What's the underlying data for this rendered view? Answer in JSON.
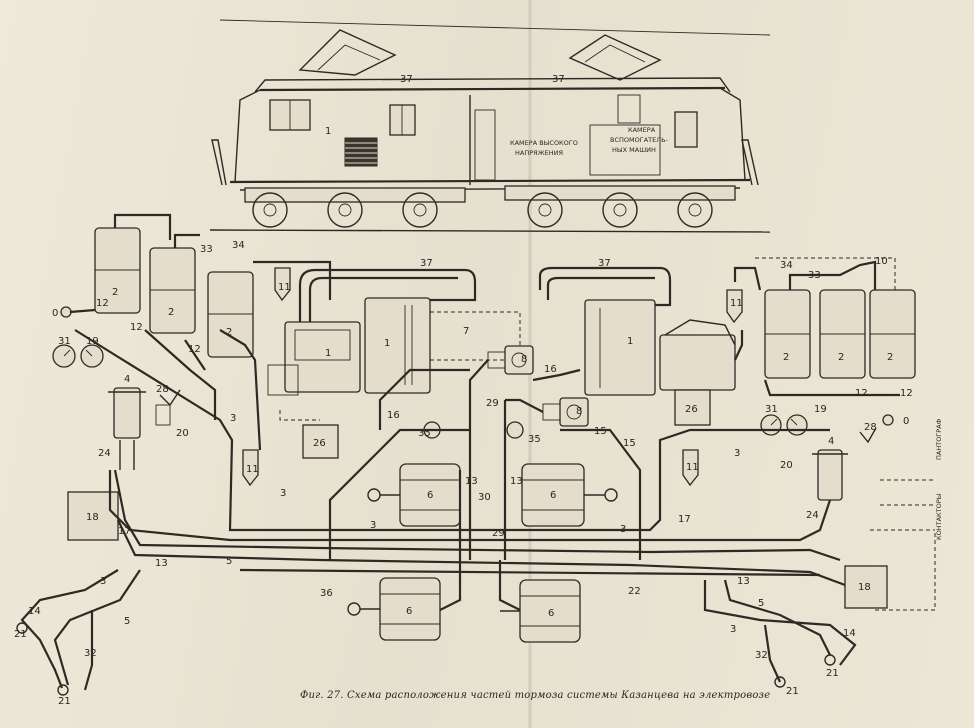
{
  "caption": "Фиг. 27. Схема расположения частей тормоза системы Казанцева на электровозе",
  "cab_labels": {
    "hv_chamber_1": "КАМЕРА ВЫСОКОГО",
    "hv_chamber_2": "НАПРЯЖЕНИЯ",
    "aux_chamber_1": "КАМЕРА",
    "aux_chamber_2": "ВСПОМОГАТЕЛЬ-",
    "aux_chamber_3": "НЫХ МАШИН"
  },
  "side_labels": {
    "upper": "ПАНТОГРАФ",
    "lower": "КОНТАКТОРЫ"
  },
  "callouts": {
    "n1": "1",
    "n2": "2",
    "n3": "3",
    "n4": "4",
    "n5": "5",
    "n6": "6",
    "n7": "7",
    "n8": "8",
    "n10": "10",
    "n11": "11",
    "n12": "12",
    "n13": "13",
    "n14": "14",
    "n15": "15",
    "n16": "16",
    "n17": "17",
    "n18": "18",
    "n19": "19",
    "n20": "20",
    "n21": "21",
    "n22": "22",
    "n24": "24",
    "n26": "26",
    "n28": "28",
    "n29": "29",
    "n30": "30",
    "n31": "31",
    "n32": "32",
    "n33": "33",
    "n34": "34",
    "n35": "35",
    "n36": "36",
    "n37": "37",
    "n0": "0"
  }
}
